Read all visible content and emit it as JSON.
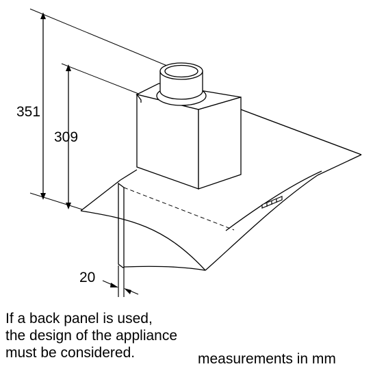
{
  "dimensions": {
    "overall_height": "351",
    "chimney_height": "309",
    "panel_thickness": "20"
  },
  "note": {
    "lines": [
      "If a back panel is used,",
      "the design of the appliance",
      "must be considered."
    ]
  },
  "units_label": "measurements in mm",
  "colors": {
    "line": "#000000",
    "background": "#ffffff"
  }
}
